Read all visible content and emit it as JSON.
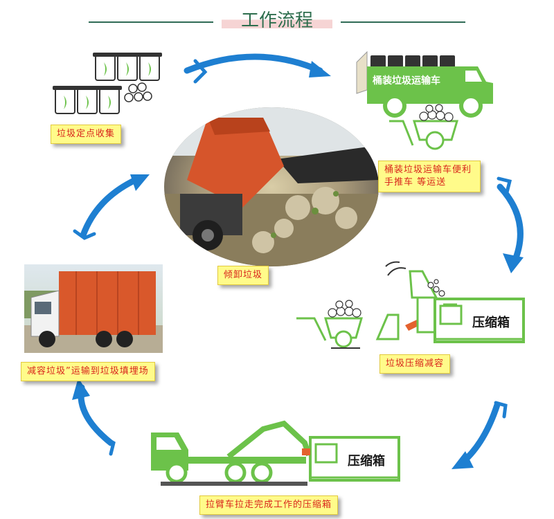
{
  "title": "工作流程",
  "steps": [
    {
      "label": "垃圾定点收集"
    },
    {
      "label": "桶装垃圾运输车便利手推车 等运送"
    },
    {
      "label": "垃圾压缩减容"
    },
    {
      "label": "拉臂车拉走完成工作的压缩箱"
    },
    {
      "label": "减容垃圾”运输到垃圾填埋场"
    },
    {
      "label": "倾卸垃圾"
    }
  ],
  "truck_sign": "桶装垃圾运输车",
  "compress_box_label": "压缩箱",
  "hook_box_label": "压缩箱",
  "colors": {
    "green": "#6cc24a",
    "arrow_blue": "#1e7fd1",
    "label_bg": "#fffb8a",
    "label_text": "#d9251c",
    "orange": "#e4622e"
  }
}
